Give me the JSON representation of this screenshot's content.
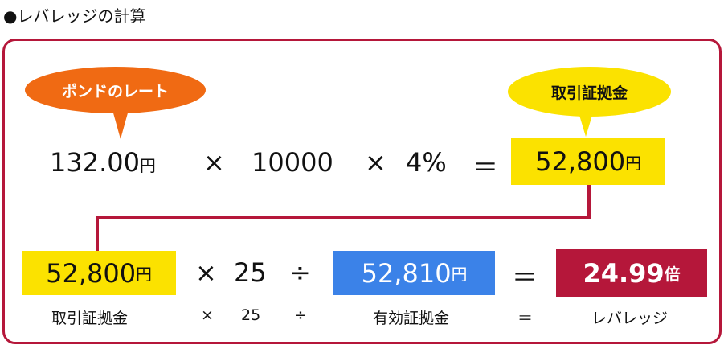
{
  "heading": "●レバレッジの計算",
  "colors": {
    "frame": "#b5173a",
    "bubble_rate": "#f06a13",
    "highlight_yellow": "#fbe200",
    "effective_blue": "#3b82e8",
    "leverage_red": "#b5173a"
  },
  "bubbles": {
    "rate": "ポンドのレート",
    "margin": "取引証拠金"
  },
  "formula1": {
    "rate_value": "132.00",
    "rate_unit": "円",
    "times1": "×",
    "units": "10000",
    "times2": "×",
    "percent": "4%",
    "equals": "＝",
    "result_value": "52,800",
    "result_unit": "円"
  },
  "formula2": {
    "margin_value": "52,800",
    "margin_unit": "円",
    "times": "×",
    "multiplier": "25",
    "divide": "÷",
    "effective_value": "52,810",
    "effective_unit": "円",
    "equals": "＝",
    "leverage_value": "24.99",
    "leverage_unit": "倍"
  },
  "labels": {
    "margin": "取引証拠金",
    "times": "×",
    "multiplier": "25",
    "divide": "÷",
    "effective": "有効証拠金",
    "equals": "＝",
    "leverage": "レバレッジ"
  }
}
